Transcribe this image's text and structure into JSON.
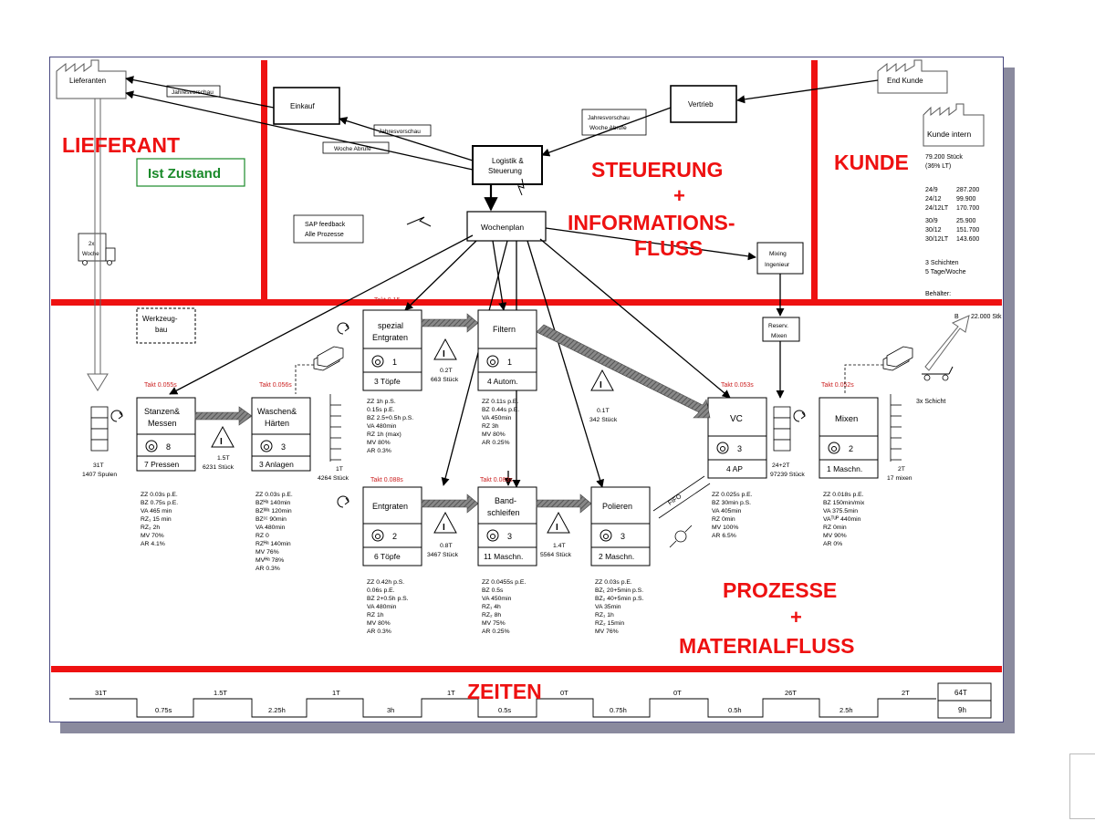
{
  "header": {
    "region_lieferant": "LIEFERANT",
    "state_label": "Ist Zustand",
    "region_steuerung": "STEUERUNG",
    "plus": "+",
    "region_informationsfluss_1": "INFORMATIONS-",
    "region_informationsfluss_2": "FLUSS",
    "region_kunde": "KUNDE",
    "region_prozesse": "PROZESSE",
    "region_materialfluss": "MATERIALFLUSS",
    "region_zeiten": "ZEITEN"
  },
  "info": {
    "lieferanten": "Lieferanten",
    "jahresvorschau_1": "Jahresvorschau",
    "einkauf": "Einkauf",
    "jahresvorschau_2": "Jahresvorschau",
    "woche_abrufe": "Woche Abrufe",
    "logistik_1": "Logistik &",
    "logistik_2": "Steuerung",
    "vertrieb": "Vertrieb",
    "end_kunde": "End Kunde",
    "vertrieb_info_1": "Jahresvorschau",
    "vertrieb_info_2": "Woche Abrufe",
    "sap_1": "SAP feedback",
    "sap_2": "Alle Prozesse",
    "wochenplan": "Wochenplan",
    "truck_1": "2x",
    "truck_2": "Woche",
    "mixing_1": "Mixing",
    "mixing_2": "Ingenieur",
    "werkzeugbau_1": "Werkzeug-",
    "werkzeugbau_2": "bau",
    "reserv_1": "Reserv.",
    "reserv_2": "Mixen"
  },
  "customer": {
    "kunde_intern": "Kunde intern",
    "demand_1": "79.200  Stück",
    "demand_2": "(36% LT)",
    "rows": [
      {
        "k": "24/9",
        "v": "287.200"
      },
      {
        "k": "24/12",
        "v": "99.900"
      },
      {
        "k": "24/12LT",
        "v": "170.700"
      },
      {
        "k": "30/9",
        "v": "25.900"
      },
      {
        "k": "30/12",
        "v": "151.700"
      },
      {
        "k": "30/12LT",
        "v": "143.600"
      }
    ],
    "schichten": "3 Schichten",
    "tage": "5 Tage/Woche",
    "behaelter": "Behälter:",
    "b_label": "B",
    "b_value": "22.000 Stk",
    "schicht": "3x Schicht"
  },
  "processes": {
    "stanzen": {
      "name_1": "Stanzen&",
      "name_2": "Messen",
      "ops": "8",
      "res": "7 Pressen",
      "takt": "Takt 0.055s",
      "data": [
        "ZZ 0.03s p.E.",
        "BZ 0.75s p.E.",
        "VA 465 min",
        "RZ₁ 15 min",
        "RZ₂ 2h",
        "MV 70%",
        "AR 4.1%"
      ]
    },
    "waschen": {
      "name_1": "Waschen&",
      "name_2": "Härten",
      "ops": "3",
      "res": "3 Anlagen",
      "takt": "Takt 0.056s",
      "data": [
        "ZZ 0.03s p.E.",
        "BZᴴᵃ 140min",
        "BZᵂᵃ 120min",
        "BZᶜᶜ 90min",
        "VA 480min",
        "RZ 0",
        "RZᴴᵃ 140min",
        "MV 76%",
        "MVᴴᵃ 78%",
        "AR 0.3%"
      ]
    },
    "spezial": {
      "name_1": "spezial",
      "name_2": "Entgraten",
      "ops": "1",
      "res": "3 Töpfe",
      "data": [
        "ZZ 1h p.S.",
        "      0.15s p.E.",
        "BZ 2.5+0.5h p.S.",
        "VA 480min",
        "RZ 1h (max)",
        "MV 80%",
        "AR 0.3%"
      ]
    },
    "filtern": {
      "name_1": "Filtern",
      "ops": "1",
      "res": "4 Autom.",
      "data": [
        "ZZ 0.11s p.E.",
        "BZ 0.44s p.E.",
        "VA 450min",
        "RZ 3h",
        "MV 80%",
        "AR 0.25%"
      ]
    },
    "entgraten": {
      "name_1": "Entgraten",
      "ops": "2",
      "res": "6 Töpfe",
      "takt": "Takt 0.088s",
      "data": [
        "ZZ 0.42h p.S.",
        "      0.06s p.E.",
        "BZ 2+0.5h p.S.",
        "VA 480min",
        "RZ 1h",
        "MV 80%",
        "AR 0.3%"
      ]
    },
    "band": {
      "name_1": "Band-",
      "name_2": "schleifen",
      "ops": "3",
      "res": "11 Maschn.",
      "takt": "Takt 0.083s",
      "data": [
        "ZZ 0.0455s p.E.",
        "BZ 0.5s",
        "VA 450min",
        "RZ₁ 4h",
        "RZ₂ 8h",
        "MV 75%",
        "AR 0.25%"
      ]
    },
    "polieren": {
      "name_1": "Polieren",
      "ops": "3",
      "res": "2 Maschn.",
      "data": [
        "ZZ 0.03s p.E.",
        "BZ₁ 20+5min p.S.",
        "BZ₂ 40+5min p.S.",
        "VA 35min",
        "RZ₁ 1h",
        "RZ₂ 15min",
        "MV 76%"
      ]
    },
    "vc": {
      "name_1": "VC",
      "ops": "3",
      "res": "4 AP",
      "takt": "Takt 0.053s",
      "data": [
        "ZZ 0.025s p.E.",
        "BZ 30min p.S.",
        "VA 405min",
        "RZ 0min",
        "MV 100%",
        "AR 6.5%"
      ]
    },
    "mixen": {
      "name_1": "Mixen",
      "ops": "2",
      "res": "1 Maschn.",
      "takt": "Takt 0.052s",
      "data": [
        "ZZ 0.018s p.E.",
        "BZ 150min/mix",
        "VA 375.5min",
        "VAᵀᵁᴾ 440min",
        "RZ 0min",
        "MV 90%",
        "AR 0%"
      ]
    }
  },
  "top_takt": "Takt 0.15",
  "inventory": {
    "inv1_qty": "31T",
    "inv1_pcs": "1407 Spulen",
    "inv2_qty": "1.5T",
    "inv2_pcs": "6231 Stück",
    "inv3_qty": "1T",
    "inv3_pcs": "4264 Stück",
    "inv4_qty": "0.2T",
    "inv4_pcs": "663 Stück",
    "inv5_qty": "0.1T",
    "inv5_pcs": "342 Stück",
    "inv6_qty": "0.8T",
    "inv6_pcs": "3467 Stück",
    "inv7_qty": "1.4T",
    "inv7_pcs": "5564 Stück",
    "inv8_qty": "24+2T",
    "inv8_pcs": "97239 Stück",
    "inv9_qty": "2T",
    "inv9_pcs": "17 mixen",
    "fifo": "FIFO"
  },
  "timeline": {
    "upper": [
      "31T",
      "1.5T",
      "1T",
      "1T",
      "0T",
      "0T",
      "26T",
      "2T"
    ],
    "lower": [
      "0.75s",
      "2.25h",
      "3h",
      "0.5s",
      "0.75h",
      "0.5h",
      "2.5h"
    ],
    "total_upper": "64T",
    "total_lower": "9h"
  },
  "colors": {
    "accent_red": "#ee1111",
    "state_green": "#1a8a2a",
    "takt_red": "#cc2222"
  }
}
